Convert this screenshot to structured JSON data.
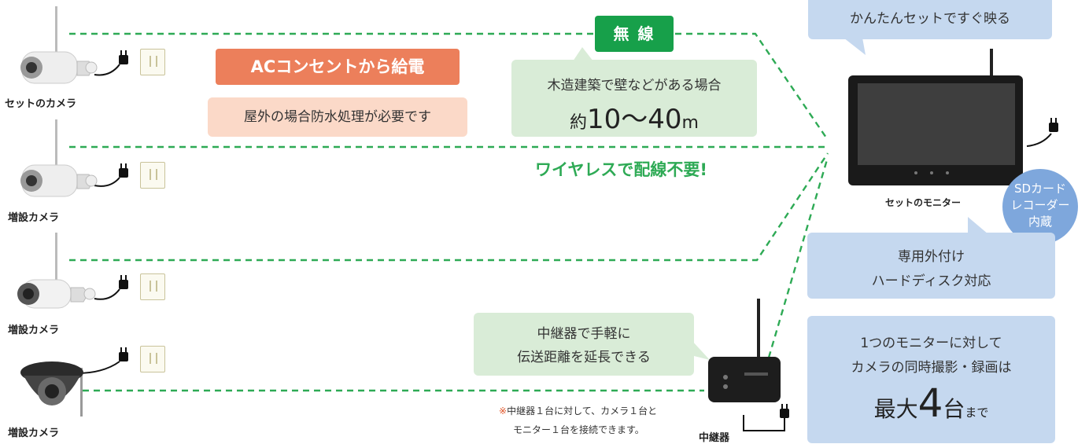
{
  "cameras": {
    "cam1_label": "セットのカメラ",
    "cam2_label": "増設カメラ",
    "cam3_label": "増設カメラ",
    "cam4_label": "増設カメラ"
  },
  "ac": {
    "title": "ACコンセントから給電",
    "note": "屋外の場合防水処理が必要です"
  },
  "wireless": {
    "tag": "無 線",
    "range_line1": "木造建築で壁などがある場合",
    "range_prefix": "約",
    "range_value": "10～40",
    "range_unit": "m",
    "no_wiring": "ワイヤレスで配線不要!"
  },
  "repeater": {
    "bubble_line1": "中継器で手軽に",
    "bubble_line2": "伝送距離を延長できる",
    "note_mark": "※",
    "note_line1": "中継器１台に対して、カメラ１台と",
    "note_line2": "モニター１台を接続できます。",
    "label": "中継器"
  },
  "monitor": {
    "easy_setup": "かんたんセットですぐ映る",
    "label": "セットのモニター",
    "sd_line1": "SDカード",
    "sd_line2": "レコーダー",
    "sd_line3": "内蔵",
    "hdd_line1": "専用外付け",
    "hdd_line2": "ハードディスク対応",
    "max_line1": "1つのモニターに対して",
    "max_line2": "カメラの同時撮影・録画は",
    "max_prefix": "最大",
    "max_value": "4",
    "max_suffix": "台",
    "max_tail": "まで"
  },
  "colors": {
    "green_dash": "#2eaa55",
    "green_tag": "#17a04a",
    "green_bubble": "#d9ecd7",
    "orange": "#ec7f5b",
    "peach": "#fbd9c8",
    "blue_bubble": "#c5d8ef",
    "sd_circle": "#7ea7dc"
  }
}
